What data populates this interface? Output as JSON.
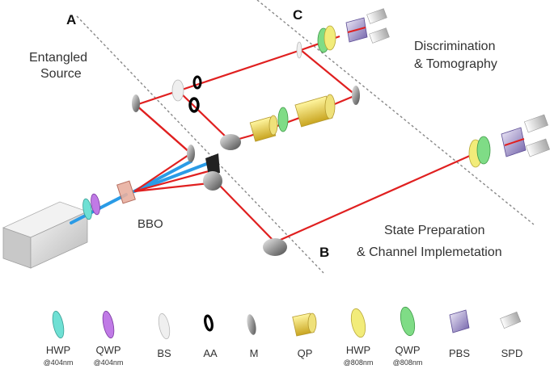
{
  "regions": {
    "a": "A",
    "b": "B",
    "c": "C"
  },
  "captions": {
    "source_line1": "Entangled",
    "source_line2": "Source",
    "disc_line1": "Discrimination",
    "disc_line2": "& Tomography",
    "prep_line1": "State Preparation",
    "prep_line2": "& Channel Implemetation",
    "crystal": "BBO"
  },
  "legend": [
    {
      "label": "HWP",
      "sub": "@404nm",
      "icon": "hwp-404-icon",
      "color": "#6fe0d4"
    },
    {
      "label": "QWP",
      "sub": "@404nm",
      "icon": "qwp-404-icon",
      "color": "#c07ae6"
    },
    {
      "label": "BS",
      "sub": "",
      "icon": "beam-splitter-icon",
      "color": "#e6e6e6"
    },
    {
      "label": "AA",
      "sub": "",
      "icon": "aperture-icon",
      "color": "#000000"
    },
    {
      "label": "M",
      "sub": "",
      "icon": "mirror-icon",
      "color": "#8a8a8a"
    },
    {
      "label": "QP",
      "sub": "",
      "icon": "quartz-plate-icon",
      "color": "#d8c64a"
    },
    {
      "label": "HWP",
      "sub": "@808nm",
      "icon": "hwp-808-icon",
      "color": "#f2ec7a"
    },
    {
      "label": "QWP",
      "sub": "@808nm",
      "icon": "qwp-808-icon",
      "color": "#7fdc86"
    },
    {
      "label": "PBS",
      "sub": "",
      "icon": "pbs-icon",
      "color": "#8f7fc0"
    },
    {
      "label": "SPD",
      "sub": "",
      "icon": "spd-icon",
      "color": "#d0d0d0"
    }
  ],
  "colors": {
    "beam_red": "#e02020",
    "beam_blue": "#2a9be6",
    "divider": "#888888"
  }
}
